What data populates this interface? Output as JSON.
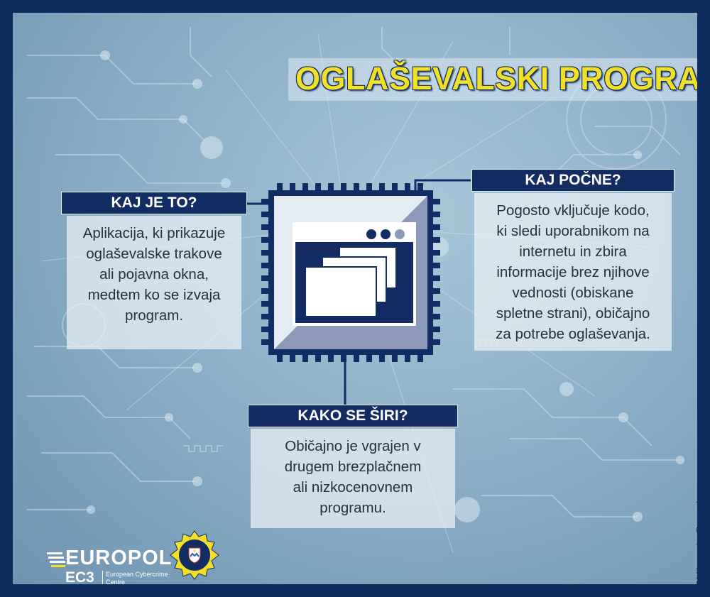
{
  "title": "OGLAŠEVALSKI PROGRAM",
  "sections": {
    "what": {
      "heading": "KAJ JE TO?",
      "lines": [
        "Aplikacija, ki prikazuje",
        "oglaševalske trakove",
        "ali pojavna okna,",
        "medtem ko se izvaja",
        "program."
      ]
    },
    "does": {
      "heading": "KAJ POČNE?",
      "lines": [
        "Pogosto vključuje kodo,",
        "ki sledi uporabnikom na",
        "internetu in zbira",
        "informacije brez njihove",
        "vednosti (obiskane",
        "spletne strani), običajno",
        "za potrebe oglaševanja."
      ]
    },
    "spread": {
      "heading": "KAKO SE ŠIRI?",
      "lines": [
        "Običajno je vgrajen v",
        "drugem brezplačnem",
        "ali nizkocenovnem",
        "programu."
      ]
    }
  },
  "credit": "Oblikovanje: Europol",
  "logos": {
    "europol": {
      "wordmark": "EUROPOL",
      "unit": "EC3",
      "unit_lines": [
        "European Cybercrime",
        "Centre"
      ]
    },
    "police_badge": {
      "icon": "police-badge-icon"
    }
  },
  "icons": {
    "chip": "chip-browser-icon"
  },
  "colors": {
    "navy": "#132d64",
    "title_yellow": "#f2df27",
    "panel_text": "#243140",
    "background": "#8fb0c7"
  }
}
